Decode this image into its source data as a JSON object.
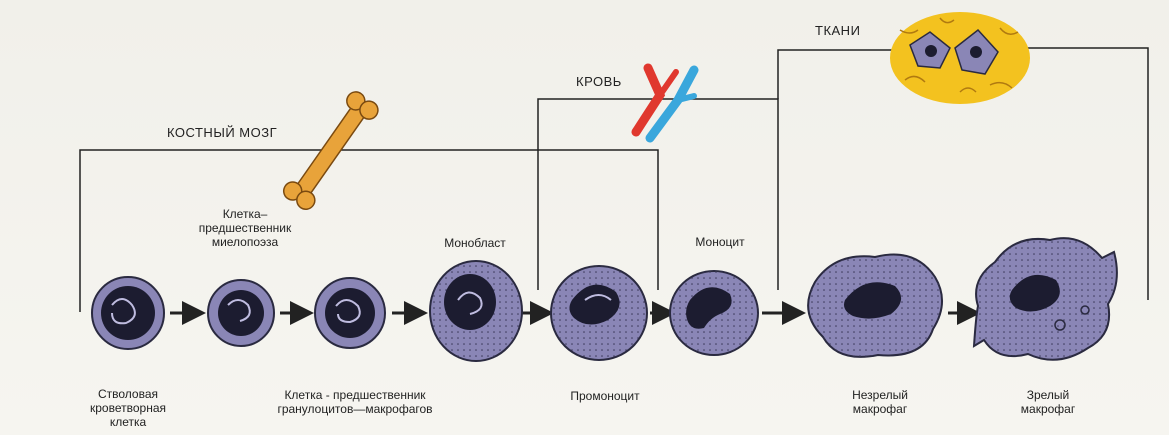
{
  "regions": {
    "bone_marrow": "КОСТНЫЙ МОЗГ",
    "blood": "КРОВЬ",
    "tissues": "ТКАНИ"
  },
  "cells": [
    {
      "key": "stem",
      "label": "Стволовая\nкроветворная\nклетка",
      "label_pos": "below"
    },
    {
      "key": "myelo",
      "label": "Клетка–\nпредшественник\nмиелопоэза",
      "label_pos": "above"
    },
    {
      "key": "gm",
      "label": "Клетка - предшественник\nгранулоцитов—макрофагов",
      "label_pos": "below"
    },
    {
      "key": "monoblast",
      "label": "Монобласт",
      "label_pos": "above"
    },
    {
      "key": "promono",
      "label": "Промоноцит",
      "label_pos": "below"
    },
    {
      "key": "mono",
      "label": "Моноцит",
      "label_pos": "above"
    },
    {
      "key": "immature",
      "label": "Незрелый\nмакрофаг",
      "label_pos": "below"
    },
    {
      "key": "mature",
      "label": "Зрелый\nмакрофаг",
      "label_pos": "below"
    }
  ],
  "colors": {
    "cell_fill": "#8a86b6",
    "nucleus": "#1c1c30",
    "bone": "#e8a33a",
    "artery": "#e0382e",
    "vein": "#3aa7dc",
    "tissue": "#f3c21f",
    "line": "#222222"
  }
}
